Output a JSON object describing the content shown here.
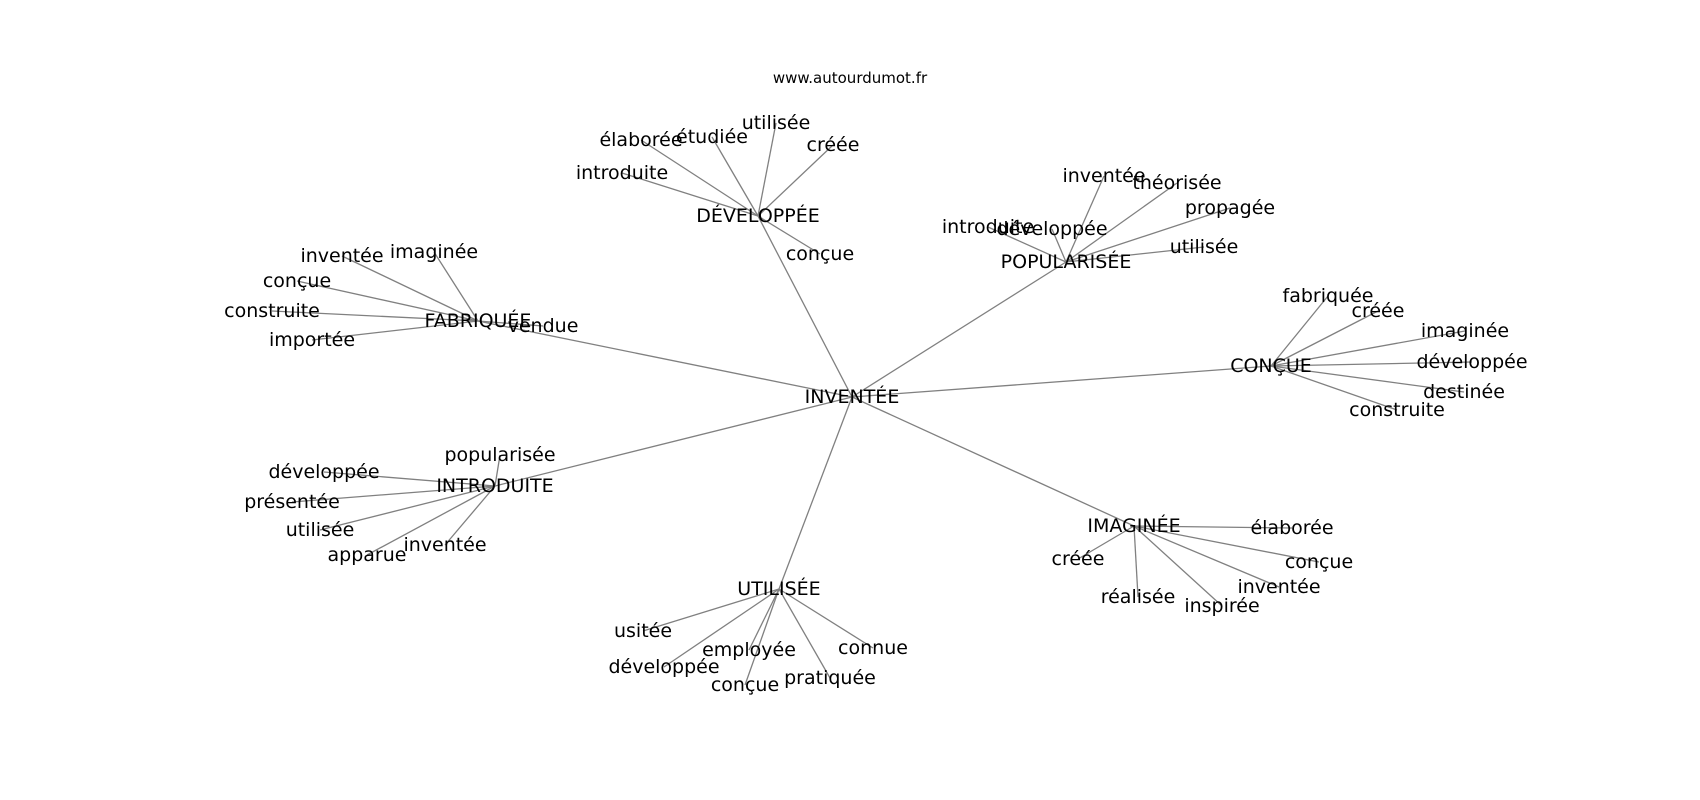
{
  "source": "www.autourdumot.fr",
  "center": "INVENTÉE",
  "clusters": [
    {
      "hub": "DÉVELOPPÉE",
      "leaves": [
        "élaborée",
        "étudiée",
        "utilisée",
        "créée",
        "introduite",
        "conçue"
      ]
    },
    {
      "hub": "POPULARISÉE",
      "leaves": [
        "inventée",
        "théorisée",
        "propagée",
        "introduite",
        "développée",
        "utilisée"
      ]
    },
    {
      "hub": "FABRIQUÉE",
      "leaves": [
        "inventée",
        "imaginée",
        "conçue",
        "construite",
        "importée",
        "vendue"
      ]
    },
    {
      "hub": "CONÇUE",
      "leaves": [
        "fabriquée",
        "créée",
        "imaginée",
        "développée",
        "destinée",
        "construite"
      ]
    },
    {
      "hub": "INTRODUITE",
      "leaves": [
        "popularisée",
        "développée",
        "présentée",
        "utilisée",
        "apparue",
        "inventée"
      ]
    },
    {
      "hub": "IMAGINÉE",
      "leaves": [
        "élaborée",
        "créée",
        "conçue",
        "inventée",
        "réalisée",
        "inspirée"
      ]
    },
    {
      "hub": "UTILISÉE",
      "leaves": [
        "usitée",
        "employée",
        "connue",
        "développée",
        "conçue",
        "pratiquée"
      ]
    }
  ]
}
